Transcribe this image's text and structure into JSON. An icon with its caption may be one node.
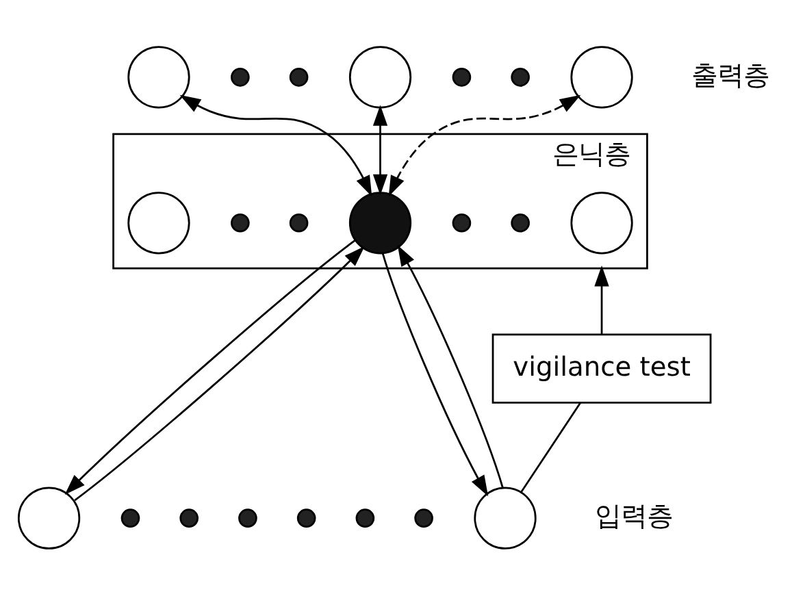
{
  "diagram": {
    "nodes": [
      {
        "text": [],
        "shape": "circle"
      },
      {
        "text": [],
        "shape": "dot"
      },
      {
        "text": [],
        "shape": "dot"
      },
      {
        "text": [],
        "shape": "circle"
      },
      {
        "text": [],
        "shape": "dot"
      },
      {
        "text": [],
        "shape": "dot"
      },
      {
        "text": [],
        "shape": "circle"
      },
      {
        "text": [
          "은닉층"
        ]
      },
      {
        "text": [],
        "shape": "circle",
        "in": 7
      },
      {
        "text": [],
        "shape": "dot",
        "in": 7
      },
      {
        "text": [],
        "shape": "dot",
        "in": 7
      },
      {
        "text": [],
        "shape": "circle",
        "in": 7
      },
      {
        "text": [],
        "shape": "dot",
        "in": 7
      },
      {
        "text": [],
        "shape": "dot",
        "in": 7
      },
      {
        "text": [],
        "shape": "circle",
        "in": 7
      },
      {
        "text": [
          "vigilance test"
        ]
      },
      {
        "text": [],
        "shape": "circle"
      },
      {
        "text": [],
        "shape": "dot"
      },
      {
        "text": [],
        "shape": "dot"
      },
      {
        "text": [],
        "shape": "dot"
      },
      {
        "text": [],
        "shape": "dot"
      },
      {
        "text": [],
        "shape": "dot"
      },
      {
        "text": [],
        "shape": "dot"
      },
      {
        "text": [],
        "shape": "circle"
      }
    ],
    "edges": [
      {
        "from": 0,
        "to": 11,
        "arrow": "both"
      },
      {
        "from": 3,
        "to": 11,
        "arrow": "both"
      },
      {
        "from": 6,
        "to": 11,
        "arrow": "both",
        "style": "dashed"
      },
      {
        "from": 11,
        "to": 16,
        "arrow": "to"
      },
      {
        "from": 11,
        "to": 23,
        "arrow": "to"
      },
      {
        "from": 16,
        "to": 11,
        "arrow": "to"
      },
      {
        "from": 23,
        "to": 11,
        "arrow": "to"
      },
      {
        "from": 23,
        "to": 15,
        "arrow": "none"
      },
      {
        "from": 15,
        "to": 7,
        "arrow": "to"
      }
    ],
    "labels": [
      "출력층",
      "입력층"
    ]
  }
}
